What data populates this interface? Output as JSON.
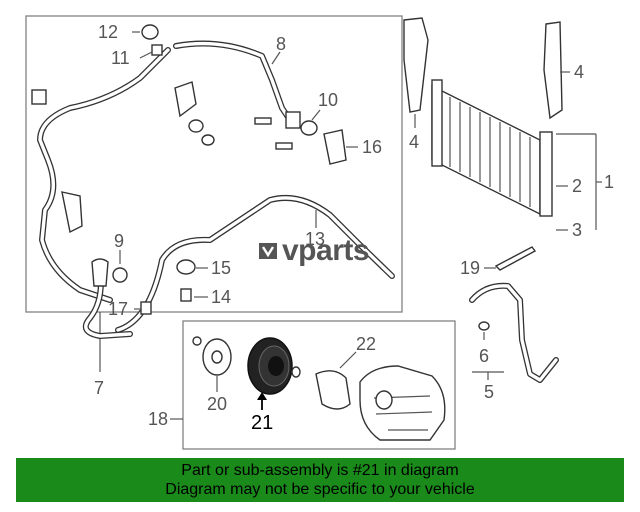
{
  "callouts": {
    "n1": "1",
    "n2": "2",
    "n3": "3",
    "n4a": "4",
    "n4b": "4",
    "n5": "5",
    "n6": "6",
    "n7": "7",
    "n8": "8",
    "n10": "10",
    "n11": "11",
    "n12": "12",
    "n13": "13",
    "n14": "14",
    "n15": "15",
    "n16": "16",
    "n17": "17",
    "n18": "18",
    "n19": "19",
    "n20": "20",
    "n21": "21",
    "n22": "22",
    "n9": "9"
  },
  "highlighted_part": "21",
  "watermark": {
    "text": "vparts",
    "logo_icon": "vparts-logo-icon"
  },
  "banner": {
    "line1": "Part or sub-assembly is #21 in diagram",
    "line2": "Diagram may not be specific to your vehicle",
    "color": "#1a8a1a"
  }
}
